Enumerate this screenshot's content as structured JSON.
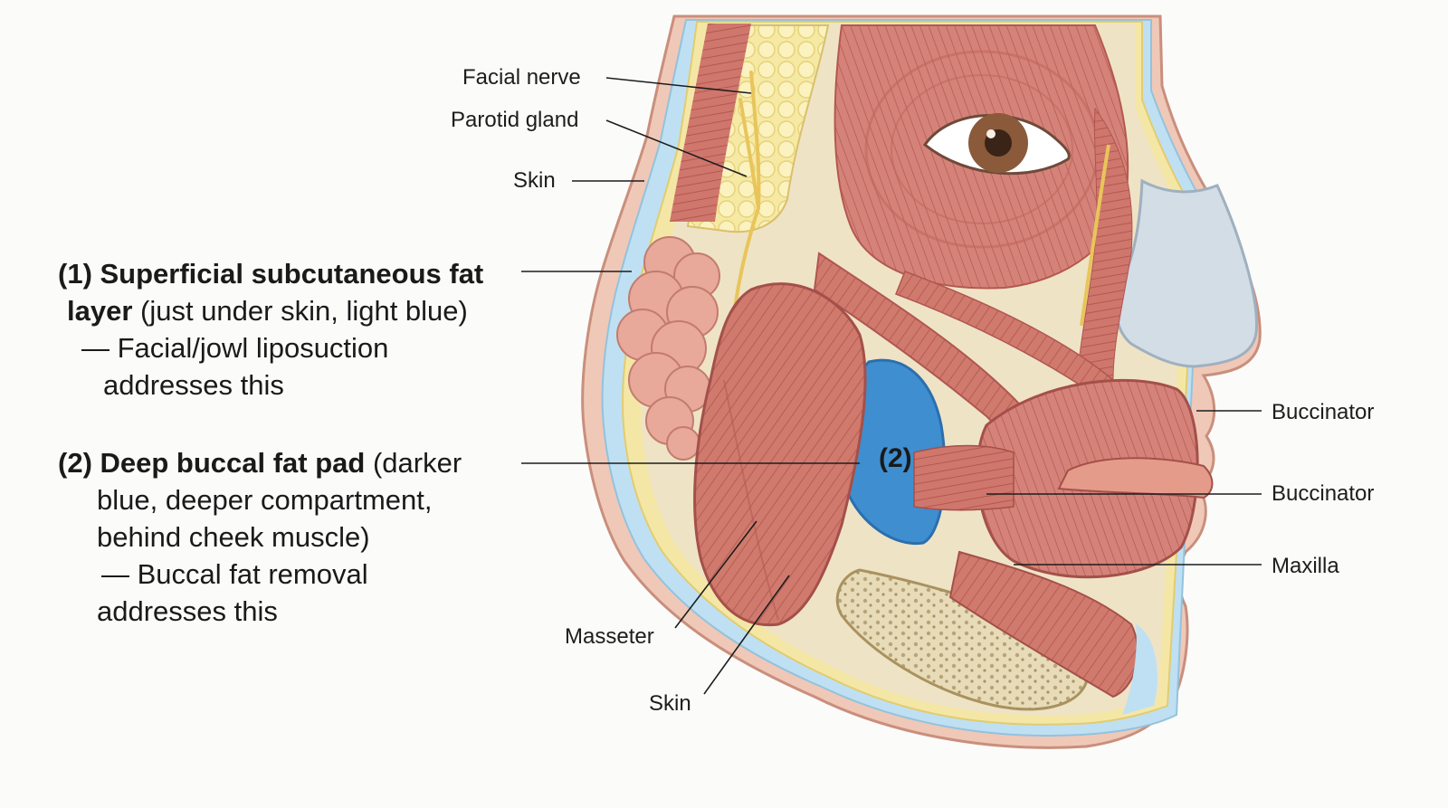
{
  "labels": {
    "facial_nerve": "Facial nerve",
    "parotid_gland": "Parotid gland",
    "skin_top": "Skin",
    "buccinator_1": "Buccinator",
    "buccinator_2": "Buccinator",
    "maxilla": "Maxilla",
    "masseter": "Masseter",
    "skin_bottom": "Skin",
    "marker_2": "(2)"
  },
  "callouts": {
    "superficial": {
      "line1_bold": "(1) Superficial subcutaneous fat",
      "line2_bold": "layer",
      "line2_rest": " (just under skin, light blue)",
      "line3": "— Facial/jowl liposuction",
      "line4": "addresses this"
    },
    "deep": {
      "line1_bold": "(2) Deep buccal fat pad",
      "line1_rest": " (darker",
      "line2": "blue, deeper compartment,",
      "line3": "behind cheek muscle)",
      "line4": "— Buccal fat removal",
      "line5": "addresses this"
    }
  },
  "colors": {
    "skin_outer": "#f2c6b6",
    "subcutaneous_fat": "#bfe0f0",
    "deep_buccal_fat": "#3e8fd0",
    "muscle": "#d0756a",
    "muscle_dark": "#b85a52",
    "fat_yellow": "#f5e59a",
    "fascia": "#efe3c8",
    "nose_cartilage": "#cfd9e2",
    "bone": "#e9dfc2",
    "iris": "#8a5a3a"
  }
}
